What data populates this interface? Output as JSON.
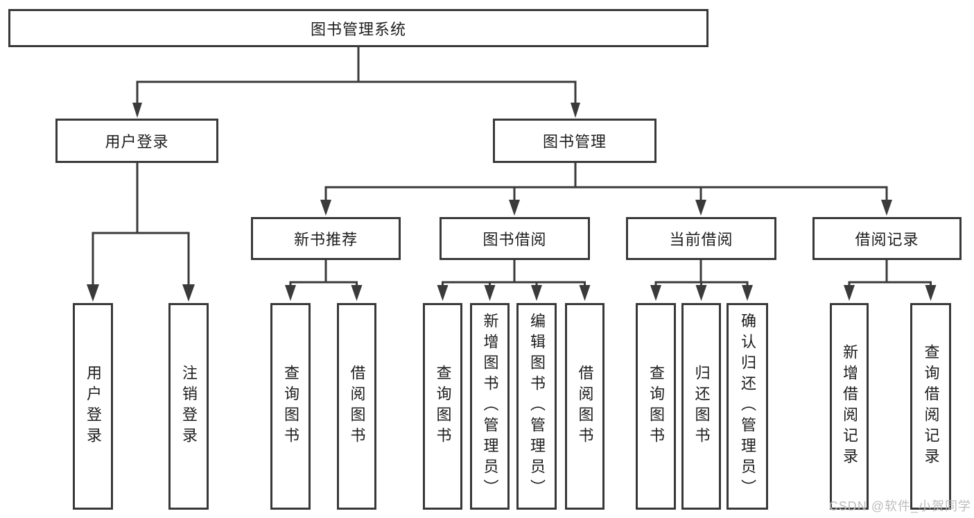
{
  "tree": {
    "label": "图书管理系统",
    "children": [
      {
        "label": "用户登录",
        "children": [
          {
            "label": "用户登录"
          },
          {
            "label": "注销登录"
          }
        ]
      },
      {
        "label": "图书管理",
        "children": [
          {
            "label": "新书推荐",
            "children": [
              {
                "label": "查询图书"
              },
              {
                "label": "借阅图书"
              }
            ]
          },
          {
            "label": "图书借阅",
            "children": [
              {
                "label": "查询图书"
              },
              {
                "label": "新增图书（管理员）"
              },
              {
                "label": "编辑图书（管理员）"
              },
              {
                "label": "借阅图书"
              }
            ]
          },
          {
            "label": "当前借阅",
            "children": [
              {
                "label": "查询图书"
              },
              {
                "label": "归还图书"
              },
              {
                "label": "确认归还（管理员）"
              }
            ]
          },
          {
            "label": "借阅记录",
            "children": [
              {
                "label": "新增借阅记录"
              },
              {
                "label": "查询借阅记录"
              }
            ]
          }
        ]
      }
    ]
  },
  "watermark": {
    "text": "CSDN @软件_小贺同学"
  },
  "colors": {
    "line": "#3a3a3a",
    "border": "#383838",
    "text": "#1c1c1c",
    "background": "#ffffff",
    "watermark": "#bcbcbc"
  }
}
